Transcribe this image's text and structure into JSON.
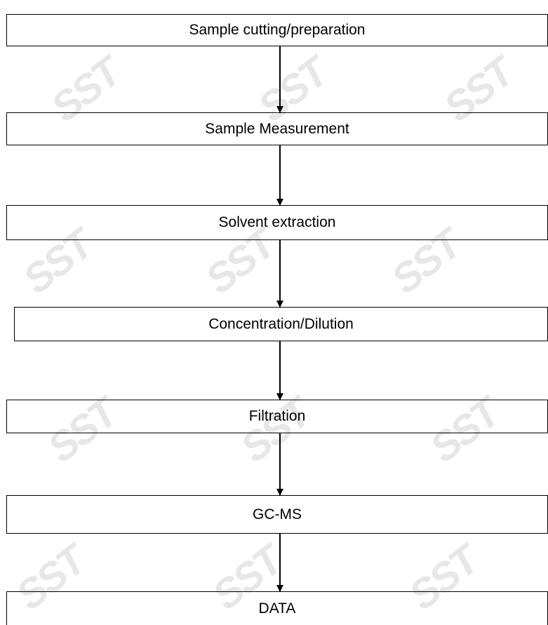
{
  "watermark": "SST",
  "steps": [
    {
      "label": "Sample cutting/preparation"
    },
    {
      "label": "Sample Measurement"
    },
    {
      "label": "Solvent extraction"
    },
    {
      "label": "Concentration/Dilution"
    },
    {
      "label": "Filtration"
    },
    {
      "label": "GC-MS"
    },
    {
      "label": "DATA"
    }
  ],
  "arrow_color": "#000000"
}
